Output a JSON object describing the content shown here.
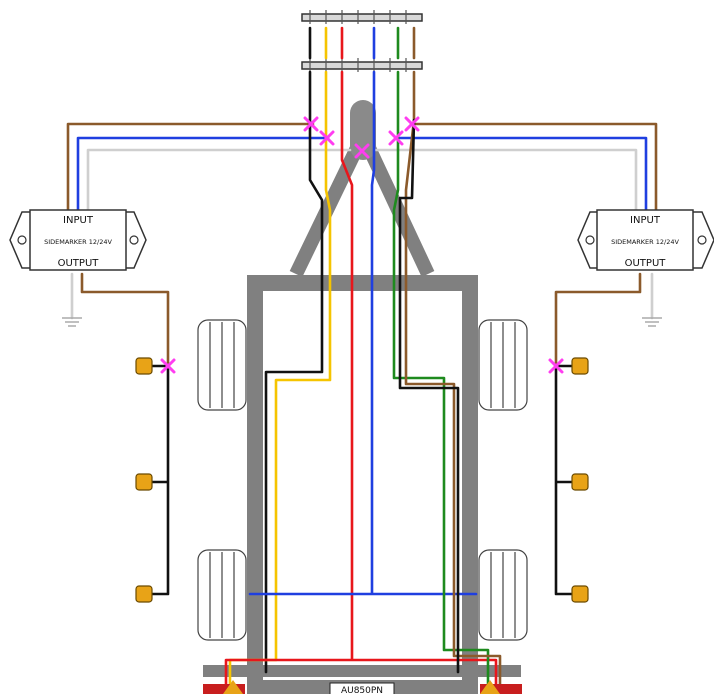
{
  "diagram": {
    "modules": [
      {
        "side": "left",
        "input_label": "INPUT",
        "model_label": "SIDEMARKER 12/24V",
        "output_label": "OUTPUT"
      },
      {
        "side": "right",
        "input_label": "INPUT",
        "model_label": "SIDEMARKER 12/24V",
        "output_label": "OUTPUT"
      }
    ],
    "plate_label": "AU850PN",
    "wire_colors": {
      "black": "#111111",
      "yellow": "#f5c400",
      "red": "#e8161b",
      "blue": "#1f3fe0",
      "green": "#1e8a1e",
      "brown": "#8b5a2b",
      "white": "#d0d0d0"
    },
    "marker_color": "#e8a317",
    "splice_color": "#ff3df0",
    "frame_color": "#808080"
  }
}
